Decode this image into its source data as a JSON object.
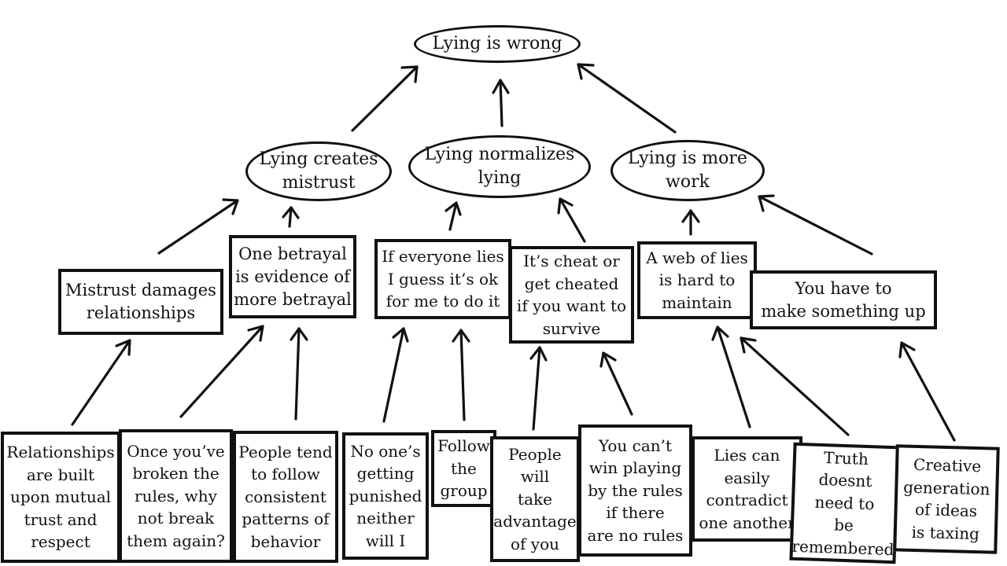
{
  "diagram": {
    "root": "Lying is wrong",
    "reasons": [
      "Lying creates\nmistrust",
      "Lying normalizes\nlying",
      "Lying is more\nwork"
    ],
    "supports": [
      "Mistrust damages\nrelationships",
      "One betrayal\nis evidence of\nmore betrayal",
      "If everyone lies\nI guess it’s ok\nfor me to do it",
      "It’s cheat or\nget cheated\nif you want to\nsurvive",
      "A web of lies\nis hard to\nmaintain",
      "You have to\nmake something up"
    ],
    "evidence": [
      "Relationships\nare built\nupon mutual\ntrust and\nrespect",
      "Once you’ve\nbroken the\nrules, why\nnot break\nthem again?",
      "People tend\nto follow\nconsistent\npatterns of\nbehavior",
      "No one’s\ngetting\npunished\nneither\nwill I",
      "Follow\nthe\ngroup",
      "People\nwill\ntake\nadvantage\nof you",
      "You can’t\nwin playing\nby the rules\nif there\nare no rules",
      "Lies can\neasily\ncontradict\none another",
      "Truth\ndoesnt\nneed to\nbe\nremembered",
      "Creative\ngeneration\nof ideas\nis taxing"
    ]
  }
}
